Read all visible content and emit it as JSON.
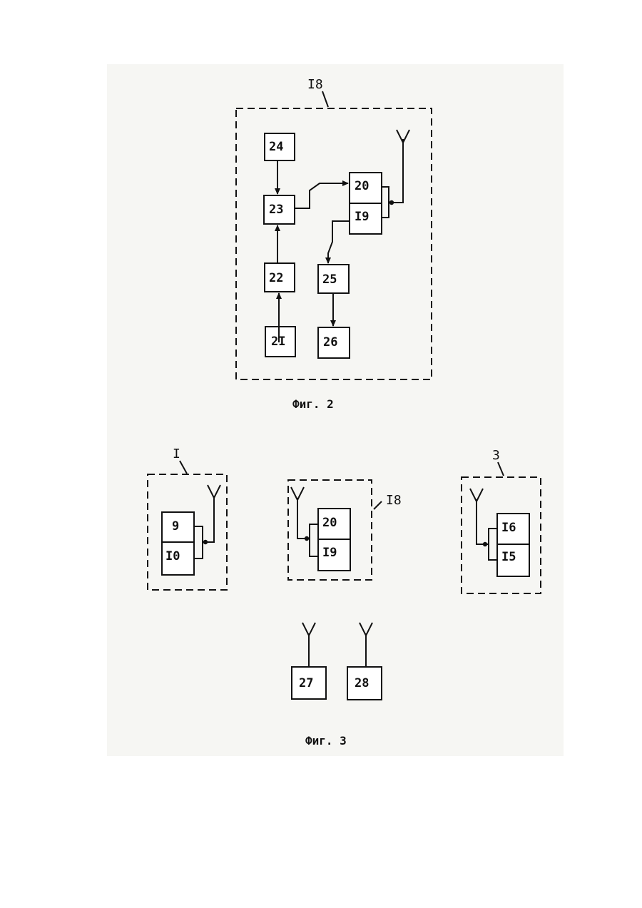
{
  "fig2": {
    "caption": "Фиг. 2",
    "group_label": "I8",
    "blocks": {
      "b24": "24",
      "b23": "23",
      "b22": "22",
      "b21": "2I",
      "b20": "20",
      "b19": "I9",
      "b25": "25",
      "b26": "26"
    }
  },
  "fig3": {
    "caption": "Фиг. 3",
    "unit_1": {
      "label": "I",
      "top": "9",
      "bottom": "I0"
    },
    "unit_18": {
      "label": "I8",
      "top": "20",
      "bottom": "I9"
    },
    "unit_3": {
      "label": "3",
      "top": "I6",
      "bottom": "I5"
    },
    "b27": "27",
    "b28": "28"
  }
}
